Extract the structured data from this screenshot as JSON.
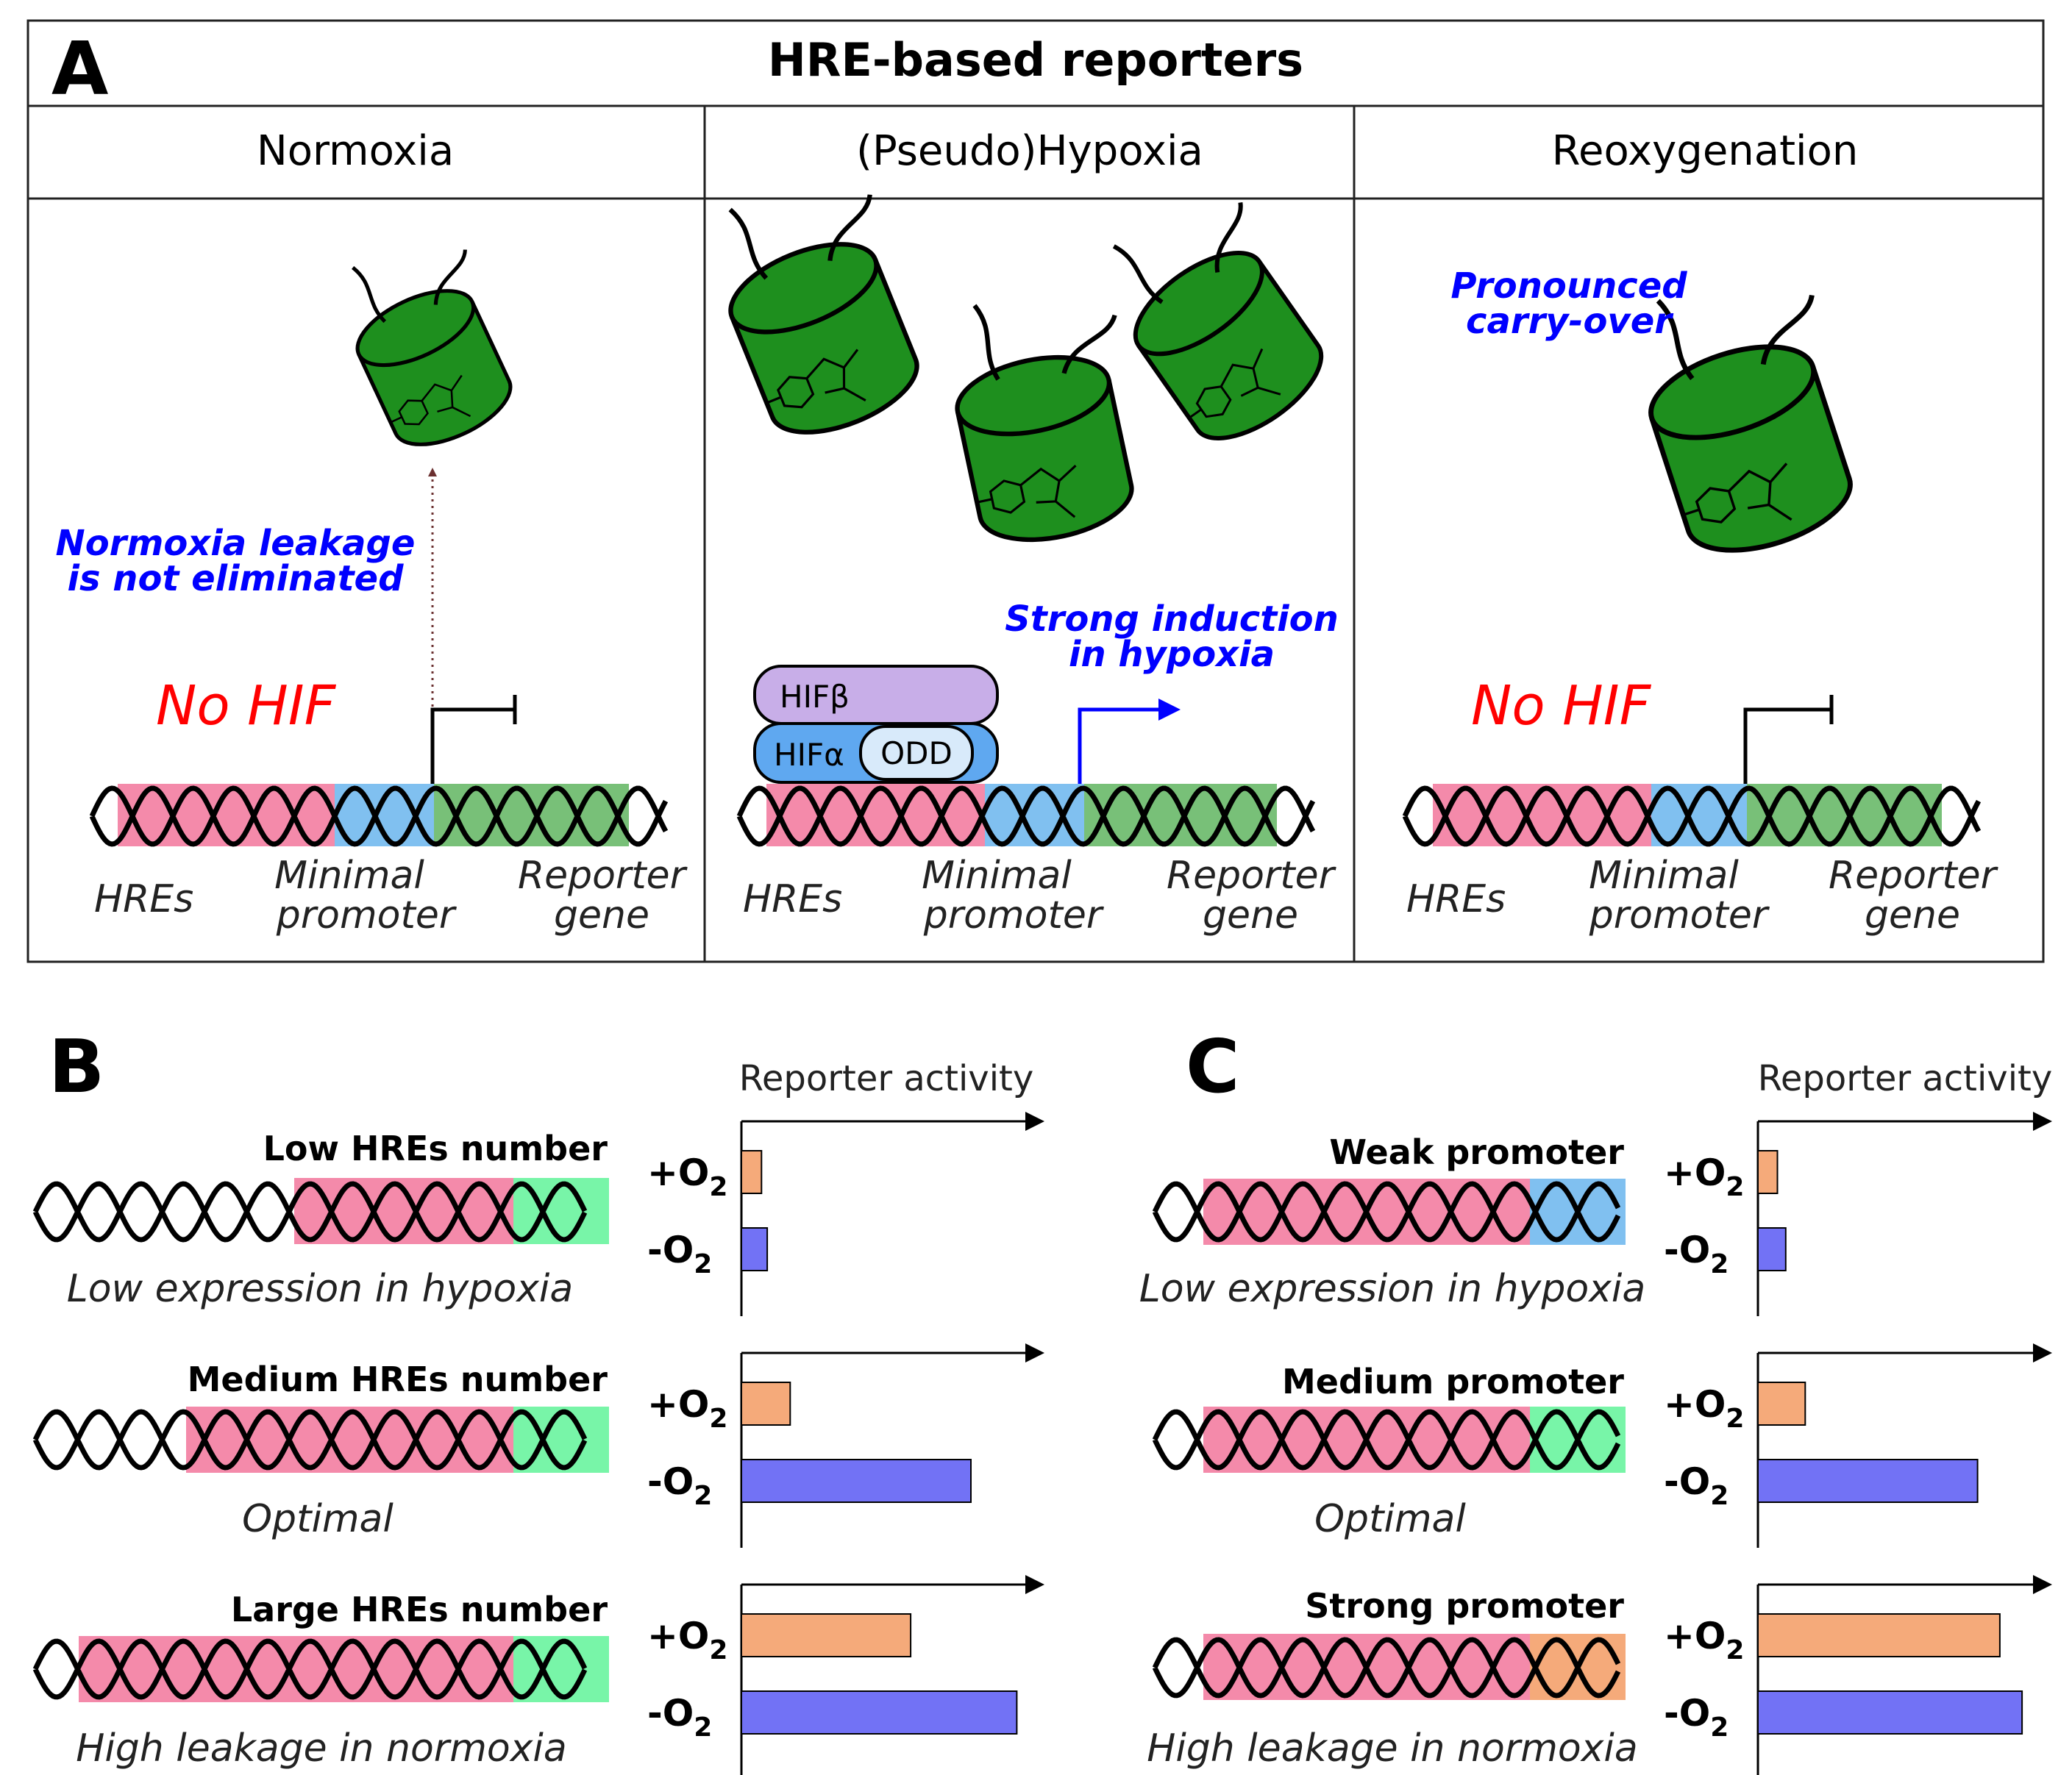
{
  "panelA": {
    "letter": "A",
    "title": "HRE-based reporters",
    "columns": [
      {
        "header": "Normoxia",
        "hif_text": "No HIF",
        "note": [
          "Normoxia leakage",
          "is not eliminated"
        ],
        "labels": {
          "hres": "HREs",
          "minimal": [
            "Minimal",
            "promoter"
          ],
          "reporter": [
            "Reporter",
            "gene"
          ]
        }
      },
      {
        "header": "(Pseudo)Hypoxia",
        "note": [
          "Strong induction",
          "in hypoxia"
        ],
        "hif_beta": "HIFβ",
        "hif_alpha": "HIFα",
        "odd": "ODD",
        "labels": {
          "hres": "HREs",
          "minimal": [
            "Minimal",
            "promoter"
          ],
          "reporter": [
            "Reporter",
            "gene"
          ]
        }
      },
      {
        "header": "Reoxygenation",
        "hif_text": "No HIF",
        "note": [
          "Pronounced",
          "carry-over"
        ],
        "labels": {
          "hres": "HREs",
          "minimal": [
            "Minimal",
            "promoter"
          ],
          "reporter": [
            "Reporter",
            "gene"
          ]
        }
      }
    ]
  },
  "panelB": {
    "letter": "B",
    "axis_title": "Reporter activity",
    "rows": [
      {
        "title": "Low HREs number",
        "caption": "Low expression in hypoxia"
      },
      {
        "title": "Medium HREs number",
        "caption": "Optimal"
      },
      {
        "title": "Large HREs number",
        "caption": "High leakage in normoxia"
      }
    ]
  },
  "panelC": {
    "letter": "C",
    "axis_title": "Reporter activity",
    "rows": [
      {
        "title": "Weak promoter",
        "caption": "Low expression in hypoxia"
      },
      {
        "title": "Medium promoter",
        "caption": "Optimal"
      },
      {
        "title": "Strong promoter",
        "caption": "High leakage in normoxia"
      }
    ]
  },
  "bar_labels": {
    "plus": "+O",
    "minus": "-O",
    "sub": "2"
  },
  "chart_data": [
    {
      "type": "bar",
      "panel": "B",
      "row": "Low HREs number",
      "categories": [
        "+O2",
        "-O2"
      ],
      "values": [
        0.07,
        0.09
      ],
      "colors": [
        "#f5aa7a",
        "#7272f5"
      ]
    },
    {
      "type": "bar",
      "panel": "B",
      "row": "Medium HREs number",
      "categories": [
        "+O2",
        "-O2"
      ],
      "values": [
        0.17,
        0.8
      ],
      "colors": [
        "#f5aa7a",
        "#7272f5"
      ]
    },
    {
      "type": "bar",
      "panel": "B",
      "row": "Large HREs number",
      "categories": [
        "+O2",
        "-O2"
      ],
      "values": [
        0.59,
        0.96
      ],
      "colors": [
        "#f5aa7a",
        "#7272f5"
      ]
    },
    {
      "type": "bar",
      "panel": "C",
      "row": "Weak promoter",
      "categories": [
        "+O2",
        "-O2"
      ],
      "values": [
        0.07,
        0.1
      ],
      "colors": [
        "#f5aa7a",
        "#7272f5"
      ]
    },
    {
      "type": "bar",
      "panel": "C",
      "row": "Medium promoter",
      "categories": [
        "+O2",
        "-O2"
      ],
      "values": [
        0.17,
        0.79
      ],
      "colors": [
        "#f5aa7a",
        "#7272f5"
      ]
    },
    {
      "type": "bar",
      "panel": "C",
      "row": "Strong promoter",
      "categories": [
        "+O2",
        "-O2"
      ],
      "values": [
        0.87,
        0.95
      ],
      "colors": [
        "#f5aa7a",
        "#7272f5"
      ]
    }
  ],
  "colors": {
    "hre": "#f48aaa",
    "minimal": "#80c0f0",
    "reporter": "#78c078",
    "reporter_bright": "#78f5a8",
    "strong_promoter": "#f5aa7a",
    "gfp": "#1e8f1e",
    "blue_text": "#0000ff",
    "red_text": "#ff0000",
    "hif_beta": "#c8aee8",
    "hif_alpha": "#5fa8f0",
    "odd": "#d8eafa"
  }
}
